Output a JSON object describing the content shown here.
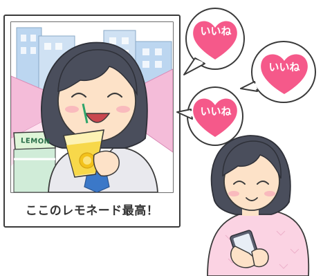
{
  "photo": {
    "caption": "ここのレモネード最高！",
    "sign_text": "LEMON"
  },
  "likes": [
    {
      "label": "いいね"
    },
    {
      "label": "いいね"
    },
    {
      "label": "いいね"
    }
  ],
  "colors": {
    "heart": "#f5598a",
    "bubble_stroke": "#3a3a3a",
    "skin": "#fde2c8",
    "hair": "#4a4e5c",
    "sweater": "#fbd3e3",
    "building": "#bcd6f0",
    "lemonade": "#f7d84a",
    "jacket": "#e5e5e8",
    "tie": "#3b78c8"
  }
}
